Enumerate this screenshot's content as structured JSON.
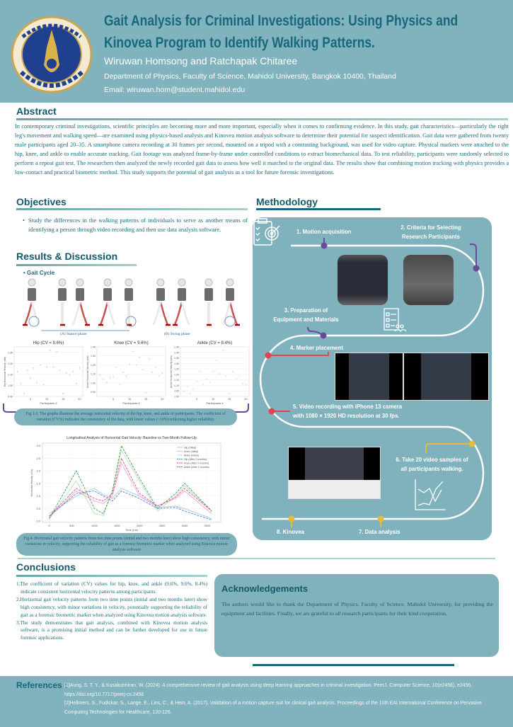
{
  "header": {
    "title": "Gait Analysis for Criminal Investigations: Using Physics and Kinovea Program to Identify Walking Patterns.",
    "authors": "Wiruwan Homsong and Ratchapak Chitaree",
    "affiliation": "Department of Physics, Faculty of Science, Mahidol University, Bangkok 10400, Thailand",
    "email": "Email: wiruwan.hom@student.mahidol.edu",
    "logo_text": "มหาวิทยาลัยมหิดล"
  },
  "abstract": {
    "heading": "Abstract",
    "text": "In contemporary criminal investigations, scientific principles are becoming more and more important, especially when it comes to confirming evidence. In this study, gait characteristics—particularly the right leg's movement and walking speed—are examined using physics-based analysis and Kinovea motion analysis software to determine their potential for suspect identification. Gait data were gathered from twenty male participants aged 20–35. A smartphone camera recording at 30 frames per second, mounted on a tripod with a contrasting background, was used for video capture. Physical markers were attached to the hip, knee, and ankle to enable accurate tracking. Gait footage was analyzed frame-by-frame under controlled conditions to extract biomechanical data. To test reliability, participants were randomly selected to perform a repeat gait test. The researchers then analyzed the newly recorded gait data to assess how well it matched to the original data. The results show that combining motion tracking with physics provides a low-contact and practical biometric method. This study supports the potential of gait analysis as a tool for future forensic investigations."
  },
  "objectives": {
    "heading": "Objectives",
    "item": "Study the differences in the walking patterns of individuals to serve as another means of identifying a person through video recording and then use data analysis software."
  },
  "results": {
    "heading": "Results & Discussion",
    "gait_cycle": "Gait Cycle",
    "stance": "(A) Stance phase",
    "swing": "(B) Swing phase",
    "fig1_caption": "Fig 1-3. The graphs illustrate the average horizontal velocity of the hip, knee, and ankle of participants. The coefficient of variation (CV%) indicates the consistency of the data, with lower values (<10%) reflecting higher reliability.",
    "fig4_caption": "Fig 4. Horizontal gait velocity patterns from two time points (initial and two months later) show high consistency, with minor variations in velocity, supporting the reliability of gait as a forensic biometric marker when analyzed using Kinovea motion analysis software"
  },
  "chart_data": [
    {
      "type": "scatter",
      "title": "Hip (CV = 9.6%)",
      "xlabel": "Participants #",
      "ylabel": "Hip Horizontal Velocity (m/s)",
      "color": "#8fb3e0",
      "x": [
        1,
        2,
        3,
        4,
        5,
        6,
        7,
        8,
        9,
        10,
        11,
        12,
        13,
        14,
        15,
        16,
        17,
        18,
        19,
        20
      ],
      "y": [
        1.12,
        1.01,
        0.92,
        1.13,
        1.06,
        1.15,
        1.02,
        1.18,
        1.0,
        1.16,
        1.31,
        1.16,
        1.3,
        1.13,
        0.92,
        1.11,
        1.09,
        1.12,
        1.01,
        1.15
      ],
      "ylim": [
        0.9,
        1.35
      ],
      "yticks": [
        0.9,
        1.0,
        1.1,
        1.2,
        1.3
      ],
      "xticks": [
        5,
        10,
        15,
        20
      ]
    },
    {
      "type": "scatter",
      "title": "Knee (CV = 9.6%)",
      "xlabel": "Participants #",
      "ylabel": "Knee Horizontal Velocity (m/s)",
      "color": "#ec9fb3",
      "x": [
        1,
        2,
        3,
        4,
        5,
        6,
        7,
        8,
        9,
        10,
        11,
        12,
        13,
        14,
        15,
        16,
        17,
        18,
        19,
        20
      ],
      "y": [
        1.08,
        1.03,
        1.0,
        1.05,
        1.06,
        1.17,
        0.98,
        1.11,
        1.07,
        1.2,
        1.34,
        1.19,
        1.28,
        1.14,
        0.88,
        1.26,
        1.11,
        1.17,
        1.07,
        1.1
      ],
      "ylim": [
        0.85,
        1.4
      ],
      "yticks": [
        0.9,
        1.0,
        1.1,
        1.2,
        1.3,
        1.4
      ],
      "xticks": [
        5,
        10,
        15,
        20
      ]
    },
    {
      "type": "scatter",
      "title": "Ankle (CV = 8.4%)",
      "xlabel": "Participants #",
      "ylabel": "Ankle Horizontal Velocity (m/s)",
      "color": "#9fd69f",
      "x": [
        1,
        2,
        3,
        4,
        5,
        6,
        7,
        8,
        9,
        10,
        11,
        12,
        13,
        14,
        15,
        16,
        17,
        18,
        19,
        20
      ],
      "y": [
        1.04,
        1.08,
        1.02,
        1.06,
        1.13,
        1.22,
        1.1,
        1.15,
        1.12,
        1.22,
        1.32,
        1.2,
        1.41,
        1.18,
        1.02,
        1.22,
        1.15,
        1.18,
        1.11,
        1.1
      ],
      "ylim": [
        1.0,
        1.45
      ],
      "yticks": [
        1.0,
        1.05,
        1.1,
        1.15,
        1.2,
        1.25,
        1.3,
        1.35,
        1.4,
        1.45
      ],
      "xticks": [
        5,
        10,
        15,
        20
      ]
    },
    {
      "type": "line",
      "title": "Longitudinal Analysis of Horizontal Gait Velocity: Baseline vs Two-Month Follow-Up",
      "xlabel": "Time (ms)",
      "ylabel": "Horizontal Velocity (m/s)",
      "xlim": [
        -150,
        3800
      ],
      "ylim": [
        -0.05,
        3.1
      ],
      "xticks": [
        0,
        500,
        1000,
        1500,
        2000,
        2500,
        3000,
        3500
      ],
      "yticks": [
        0.0,
        0.5,
        1.0,
        1.5,
        2.0,
        2.5,
        3.0
      ],
      "legend": "top-right",
      "grid": true,
      "x": [
        0,
        600,
        1000,
        1200,
        1400,
        1600,
        2000,
        2400,
        2800,
        3000,
        3600
      ],
      "series": [
        {
          "name": "Hip (Initial)",
          "color": "#a9c6ee",
          "dash": false,
          "values": [
            0.3,
            1.0,
            1.3,
            1.05,
            0.9,
            1.3,
            1.0,
            0.55,
            0.6,
            0.5,
            0.1
          ]
        },
        {
          "name": "Knee (Initial)",
          "color": "#f2a9c4",
          "dash": false,
          "values": [
            0.15,
            1.2,
            0.8,
            0.7,
            1.0,
            2.3,
            1.0,
            0.6,
            0.9,
            1.2,
            0.3
          ]
        },
        {
          "name": "Ankle (Initial)",
          "color": "#b5e2b5",
          "dash": false,
          "values": [
            0.1,
            1.6,
            0.3,
            0.22,
            1.2,
            2.8,
            1.6,
            0.4,
            1.0,
            1.4,
            0.4
          ]
        },
        {
          "name": "Hip (After 2 months)",
          "color": "#4a7fd6",
          "dash": true,
          "values": [
            0.2,
            1.1,
            1.2,
            1.0,
            0.8,
            1.2,
            0.9,
            0.5,
            0.55,
            0.4,
            0.05
          ]
        },
        {
          "name": "Knee (After 2 months)",
          "color": "#d84f8e",
          "dash": true,
          "values": [
            0.2,
            1.3,
            0.9,
            0.8,
            1.1,
            2.5,
            1.1,
            0.6,
            0.95,
            1.3,
            0.4
          ]
        },
        {
          "name": "Ankle (After 2 months)",
          "color": "#3e9a4f",
          "dash": true,
          "values": [
            0.1,
            2.0,
            0.5,
            0.3,
            1.2,
            3.0,
            1.7,
            0.5,
            1.1,
            1.5,
            0.4
          ]
        }
      ]
    }
  ],
  "methodology": {
    "heading": "Methodology",
    "steps": [
      "1. Motion acquisition",
      "2. Criteria for Selecting",
      "Research Participants",
      "3. Preparation of",
      "Equipment and Materials",
      "4. Marker placement",
      "5. Video recording with iPhone 13 camera",
      "with 1080 × 1920 HD resolution at 30 fps.",
      "6. Take 20 video samples of",
      "all participants walking.",
      "7. Data analysis",
      "8. Kinovea"
    ]
  },
  "conclusions": {
    "heading": "Conclusions",
    "items": [
      "1.The coefficient of variation (CV) values for hip, knee, and ankle (9.6%, 9.6%, 8.4%) indicate consistent horizontal velocity patterns among participants.",
      "2.Horizontal gait velocity patterns from two time points (initial and two months later) show high consistency, with minor variations in velocity, potentially supporting the reliability of gait as a forensic biometric marker when analyzed using Kinovea motion analysis software.",
      "3.The study demonstrates that gait analysis, combined with Kinovea motion analysis software, is a promising initial method and can be further developed for use in future forensic applications."
    ]
  },
  "acknowledgements": {
    "heading": "Acknowledgements",
    "text": "The authors would like to thank the Department of Physics, Faculty of Science, Mahidol University, for providing the equipment and facilities. Finally, we are grateful to all research participants for their kind cooperation."
  },
  "references": {
    "label": "References :",
    "items": [
      "[1]Aung, S. T. Y., & Kusakunniran, W. (2024). A comprehensive review of gait analysis using deep learning approaches in criminal investigation. PeerJ. Computer Science, 10(e2456), e2456. https://doi.org/10.7717/peerj-cs.2456",
      "[2]Hellmers, S., Fudickar, S., Lange, E., Lins, C., & Hein, A. (2017). Validation of a motion capture suit for clinical gait analysis. Proceedings of the 11th EAI International Conference on Pervasive Computing Technologies for Healthcare, 120-126."
    ]
  }
}
